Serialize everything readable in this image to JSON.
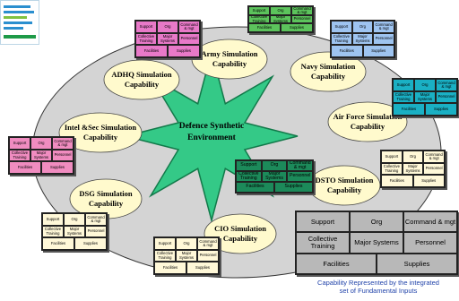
{
  "center_label": [
    "Defence Synthetic",
    "Environment"
  ],
  "capabilities": {
    "adhq": [
      "ADHQ Simulation",
      "Capability"
    ],
    "army": [
      "Army Simulation",
      "Capability"
    ],
    "navy": [
      "Navy Simulation",
      "Capability"
    ],
    "air_force": [
      "Air Force Simulation",
      "Capability"
    ],
    "intel_sec": [
      "Intel &Sec Simulation",
      "Capability"
    ],
    "dstc": [
      "DSTO Simulation",
      "Capability"
    ],
    "dsg": [
      "DSG Simulation",
      "Capability"
    ],
    "cio": [
      "CIO Simulation",
      "Capability"
    ]
  },
  "fic": {
    "support": "Support",
    "org": "Org",
    "command": "Command & mgt",
    "collective_training": "Collective Training",
    "major_systems": "Major Systems",
    "personnel": "Personnel",
    "facilities": "Facilities",
    "supplies": "Supplies"
  },
  "caption": [
    "Capability Represented by the integrated",
    "set of Fundamental Inputs"
  ],
  "colors": {
    "pink": "#e879c8",
    "green": "#5cc35c",
    "blue": "#9ec4f0",
    "cyan": "#1ab0c4",
    "light_pink": "#f08cc0",
    "cream": "#fff8d8",
    "dark_green": "#1c8a5a",
    "legend_gray": "#b8b8b8",
    "ellipse_gray": "#d4d4d4",
    "star_green": "#34c987",
    "label_yellow": "#fffacd"
  }
}
